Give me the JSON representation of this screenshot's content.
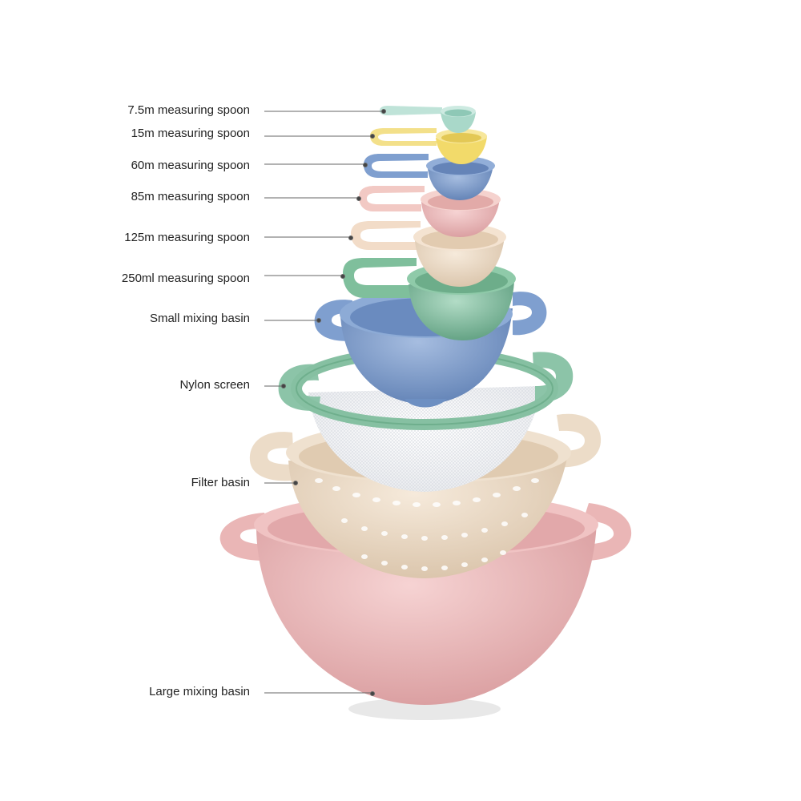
{
  "labels": [
    {
      "id": "spoon-7-5",
      "text": "7.5m measuring spoon"
    },
    {
      "id": "spoon-15",
      "text": "15m measuring spoon"
    },
    {
      "id": "spoon-60",
      "text": "60m measuring spoon"
    },
    {
      "id": "spoon-85",
      "text": "85m measuring spoon"
    },
    {
      "id": "spoon-125",
      "text": "125m measuring spoon"
    },
    {
      "id": "spoon-250",
      "text": "250ml measuring spoon"
    },
    {
      "id": "small-basin",
      "text": "Small mixing basin"
    },
    {
      "id": "nylon-screen",
      "text": "Nylon screen"
    },
    {
      "id": "filter-basin",
      "text": "Filter basin"
    },
    {
      "id": "large-basin",
      "text": "Large mixing basin"
    }
  ],
  "colors": {
    "spoon_7_5": "#bfe3d8",
    "spoon_15": "#f3e08a",
    "spoon_60": "#7f9fcf",
    "spoon_85": "#f2c9c4",
    "spoon_125": "#f2dcc8",
    "spoon_250": "#7fbf9c",
    "small_basin": "#7f9fcf",
    "nylon_screen": "#8cc4a8",
    "filter_basin": "#eedcc6",
    "large_basin": "#efbcbc",
    "leader_line": "#666666"
  }
}
